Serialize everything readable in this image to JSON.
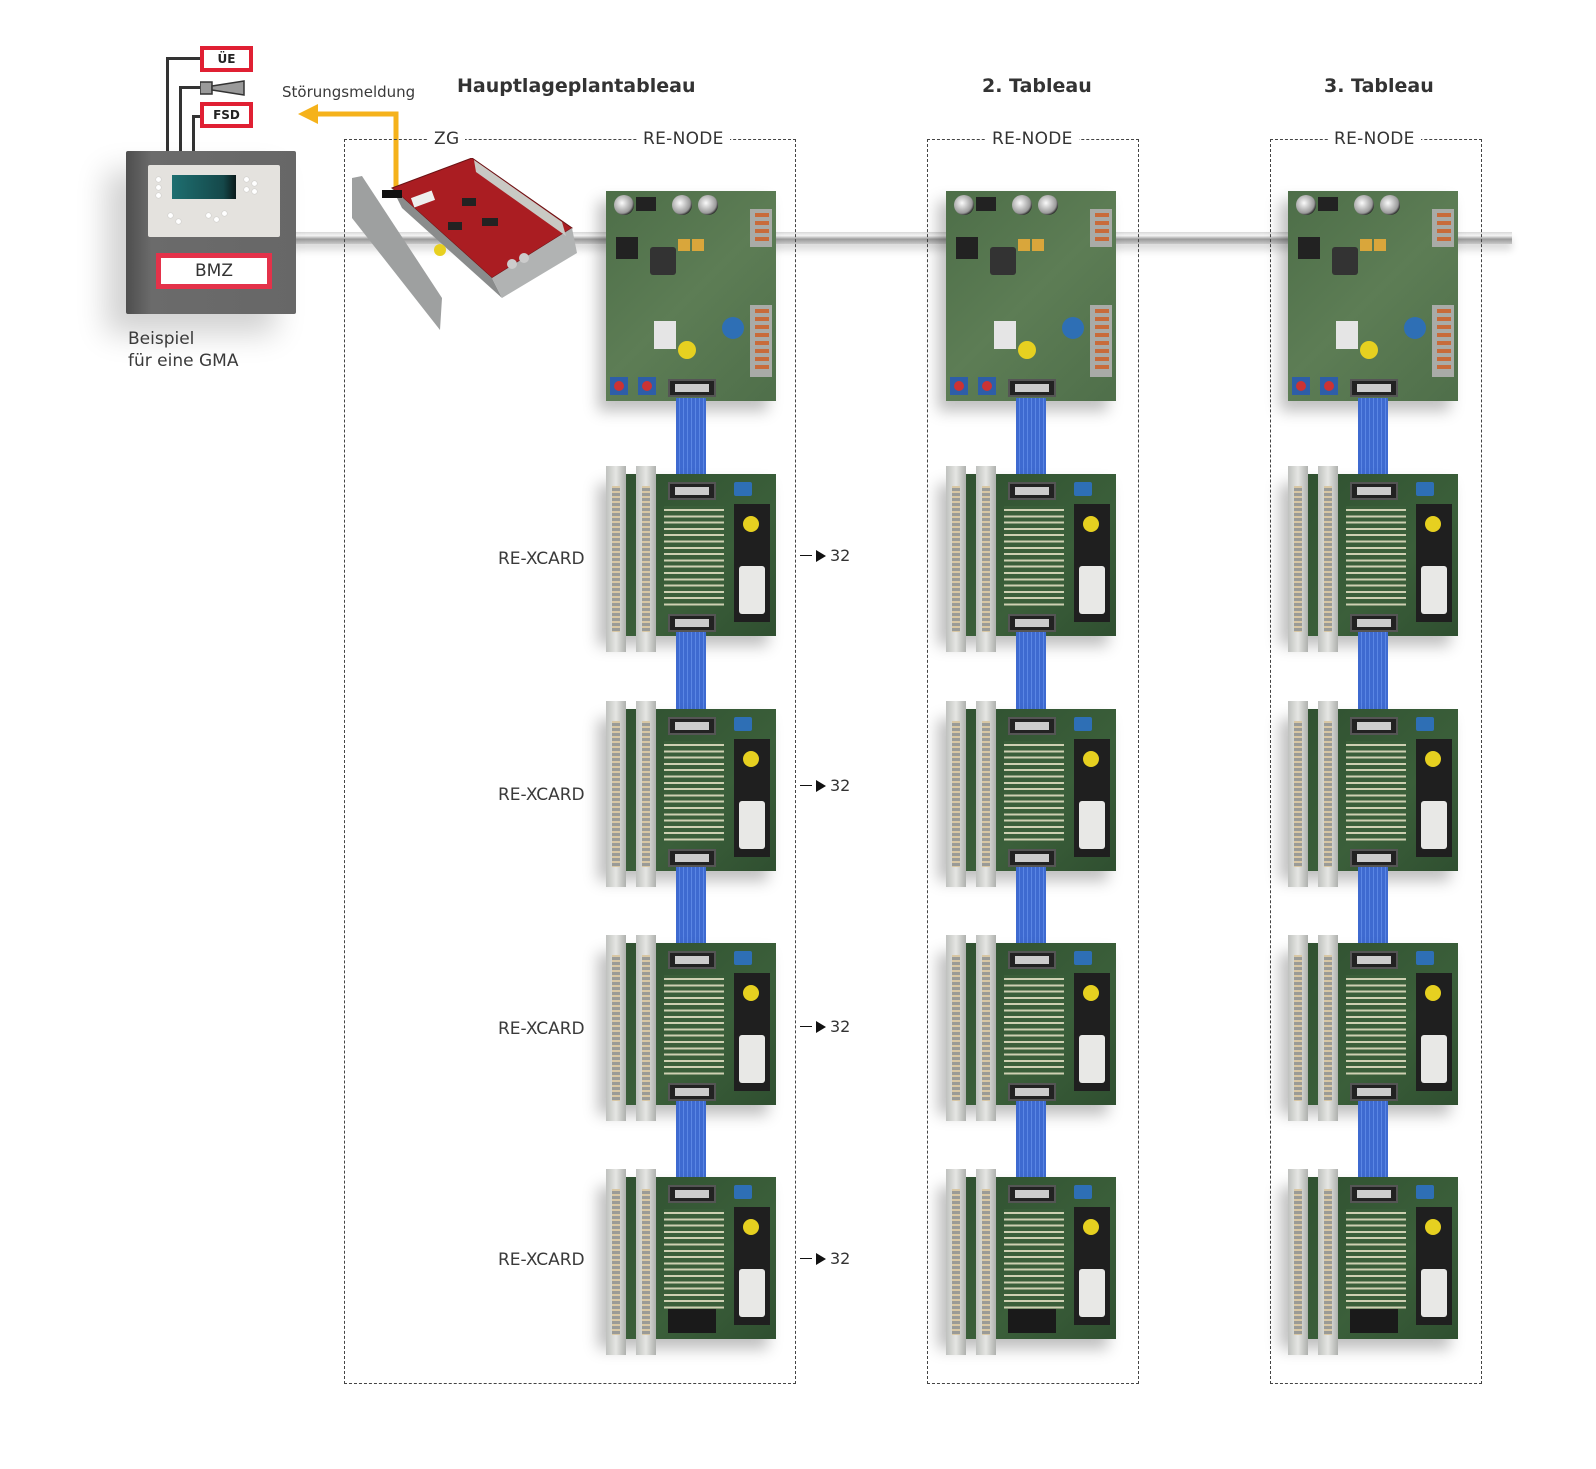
{
  "diagram": {
    "gma": {
      "signals": [
        {
          "label": "ÜE",
          "type": "box"
        },
        {
          "label": "",
          "type": "horn",
          "icon": "siren-icon"
        },
        {
          "label": "FSD",
          "type": "box"
        }
      ],
      "panel_label": "BMZ",
      "caption_line1": "Beispiel",
      "caption_line2": "für eine GMA"
    },
    "fault_signal": {
      "label": "Störungsmeldung",
      "color": "#f5b21b"
    },
    "colors": {
      "signal_red": "#e02033",
      "bmz_red": "#e4324a",
      "fault_arrow": "#f5b21b"
    },
    "tableaus": [
      {
        "title": "Hauptlageplantableau",
        "zg_label": "ZG",
        "node_label": "RE-NODE",
        "cards": [
          {
            "label": "RE-XCARD",
            "outputs": "32"
          },
          {
            "label": "RE-XCARD",
            "outputs": "32"
          },
          {
            "label": "RE-XCARD",
            "outputs": "32"
          },
          {
            "label": "RE-XCARD",
            "outputs": "32"
          }
        ]
      },
      {
        "title": "2. Tableau",
        "node_label": "RE-NODE",
        "card_count": 4
      },
      {
        "title": "3. Tableau",
        "node_label": "RE-NODE",
        "card_count": 4
      }
    ]
  }
}
